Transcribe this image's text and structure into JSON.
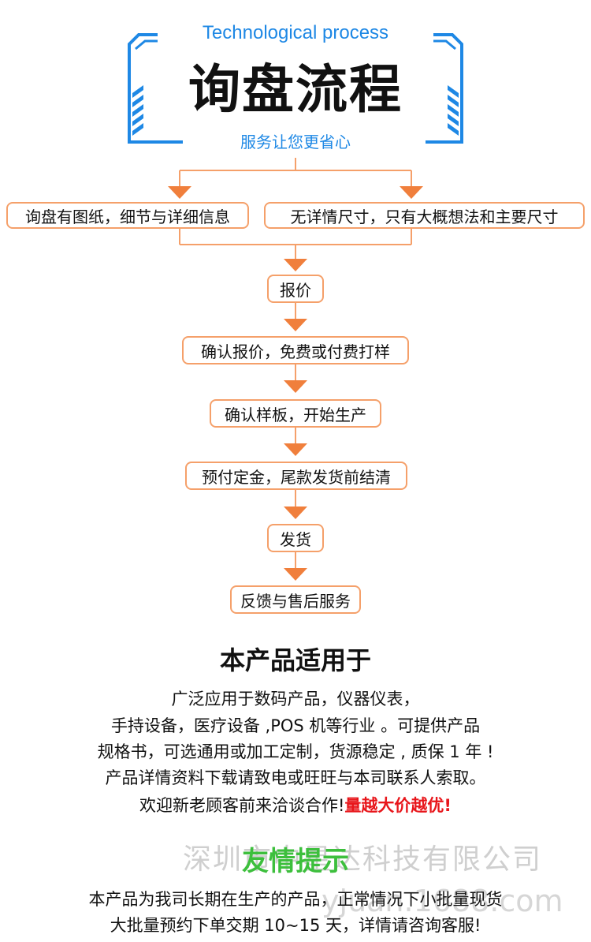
{
  "header": {
    "eng_title": "Technological process",
    "title": "询盘流程",
    "subtitle": "服务让您更省心",
    "accent_color": "#1e88e5"
  },
  "flow": {
    "branch_left": "询盘有图纸，细节与详细信息",
    "branch_right": "无详情尺寸，只有大概想法和主要尺寸",
    "steps": [
      "报价",
      "确认报价，免费或付费打样",
      "确认样板，开始生产",
      "预付定金，尾款发货前结清",
      "发货",
      "反馈与售后服务"
    ],
    "arrow_color": "#f07f3c",
    "box_border_color": "#f5a06a"
  },
  "applicable": {
    "title": "本产品适用于",
    "lines": [
      "广泛应用于数码产品，仪器仪表，",
      "手持设备，医疗设备 ,POS 机等行业 。可提供产品",
      "规格书，可选通用或加工定制，货源稳定 , 质保 1 年 !",
      "产品详情资料下载请致电或旺旺与本司联系人索取。"
    ],
    "last_line_prefix": "欢迎新老顾客前来洽谈合作!",
    "last_line_highlight": "量越大价越优!"
  },
  "friendly": {
    "title": "友情提示",
    "watermark": "深圳市中星达科技有限公司",
    "watermark2": "yjuan.1688.com",
    "lines": [
      "本产品为我司长期在生产的产品，正常情况下小批量现货",
      "大批量预约下单交期 10~15 天，详情请咨询客服!"
    ]
  }
}
